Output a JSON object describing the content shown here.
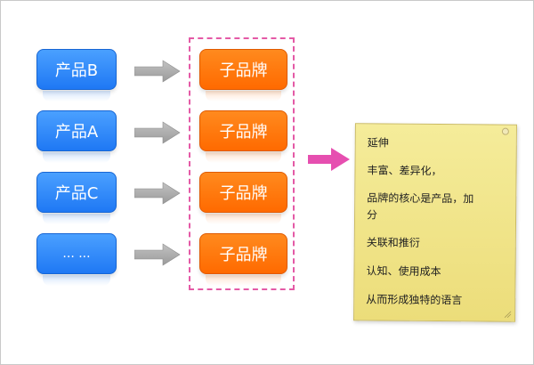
{
  "products": [
    {
      "label": "产品B"
    },
    {
      "label": "产品A"
    },
    {
      "label": "产品C"
    },
    {
      "label": "... ..."
    }
  ],
  "sub_brands": [
    {
      "label": "子品牌"
    },
    {
      "label": "子品牌"
    },
    {
      "label": "子品牌"
    },
    {
      "label": "子品牌"
    }
  ],
  "note": {
    "lines": [
      "延伸",
      "丰富、差异化，",
      "品牌的核心是产品，加",
      "分",
      "关联和推衍",
      "认知、使用成本",
      "从而形成独特的语言"
    ]
  },
  "colors": {
    "product_blue": "#1f78f4",
    "sub_brand_orange": "#ff6a00",
    "arrow_gray": "#a9a9a9",
    "connector_pink": "#e64fb0",
    "note_yellow": "#f0e48a"
  },
  "icons": {
    "arrow": "gray-right-arrow-icon",
    "big_arrow": "pink-right-arrow-icon",
    "note_pin": "pin-icon"
  }
}
